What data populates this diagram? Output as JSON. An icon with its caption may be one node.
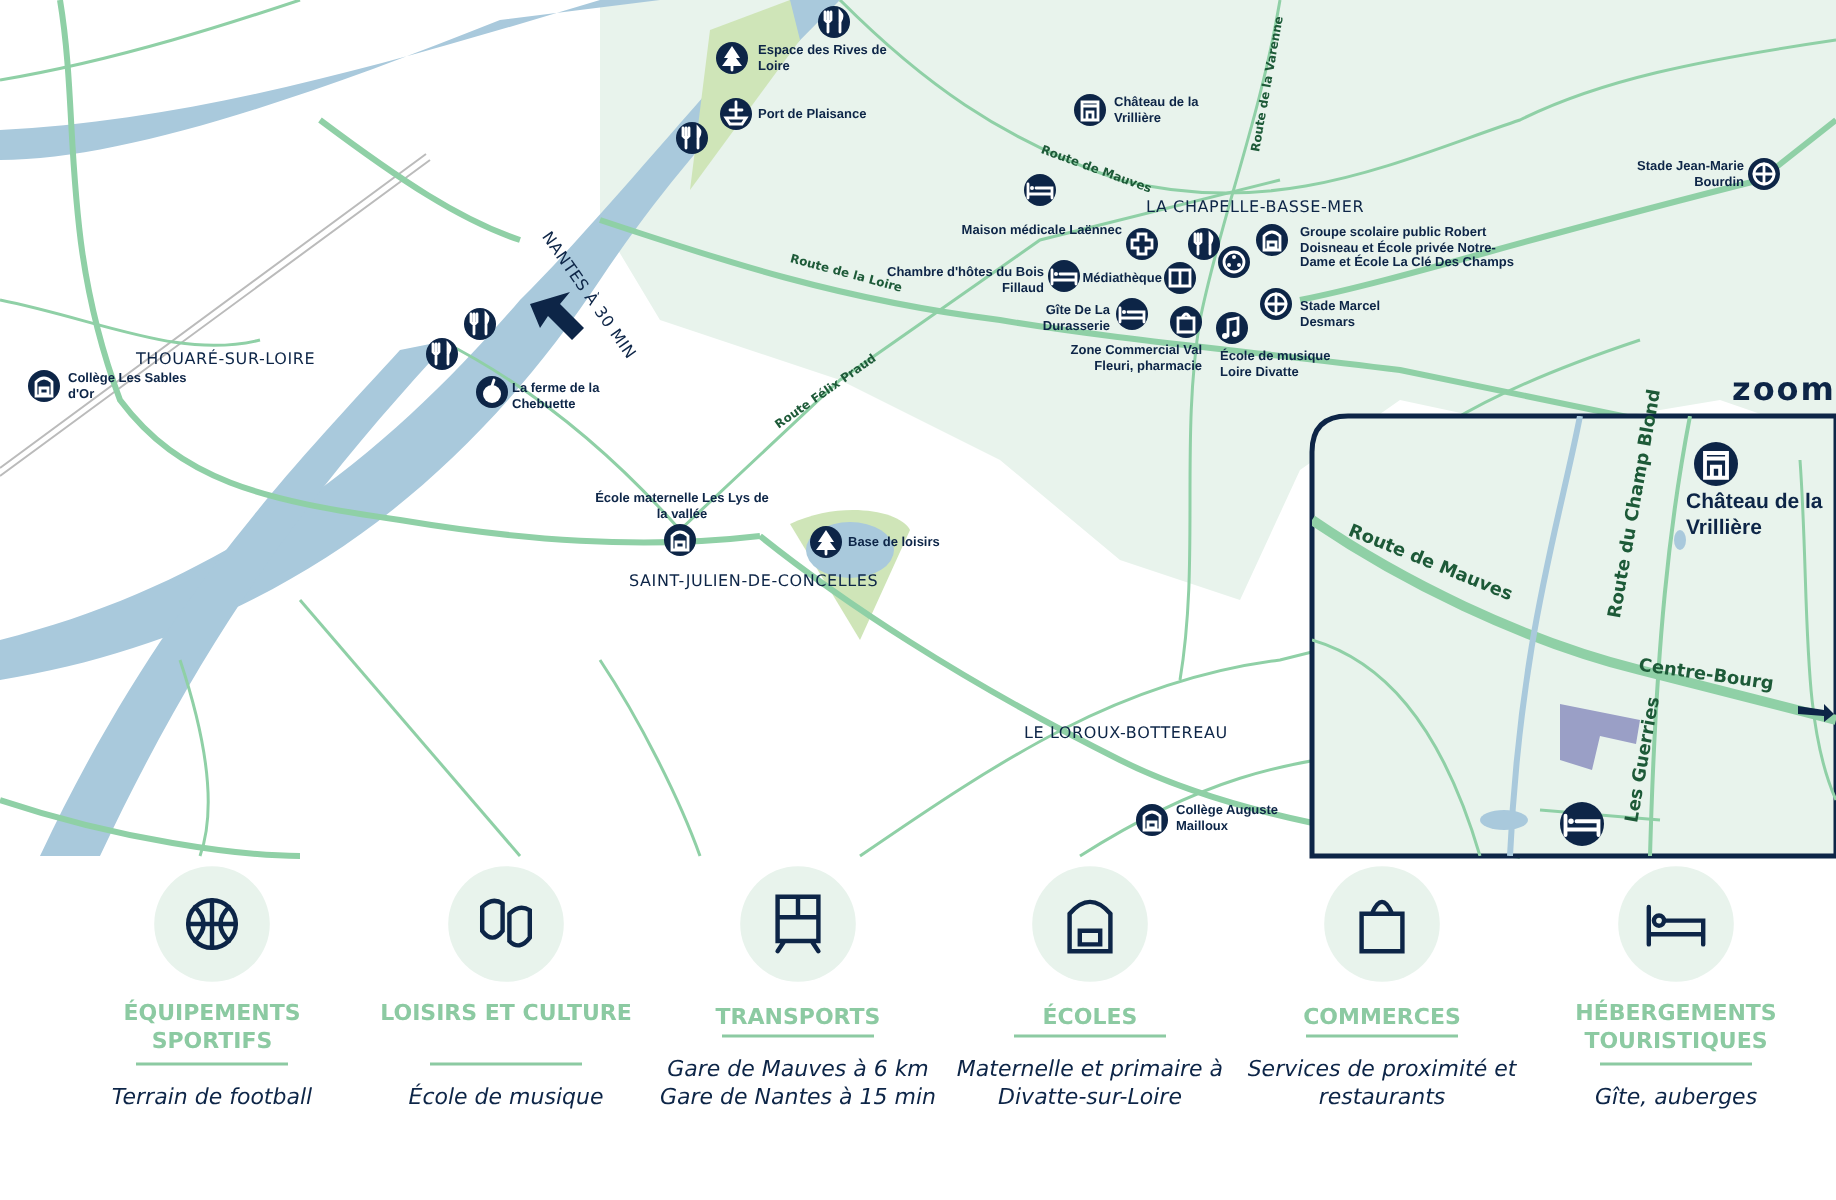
{
  "diagram": {
    "labels": [
      "Espace des Rives de Loire",
      "Port de Plaisance",
      "Château de la Vrillière",
      "Route de Mauves",
      "Route de la Varenne",
      "Stade Jean-Marie Bourdin",
      "LA CHAPELLE-BASSE-MER",
      "Maison médicale Laënnec",
      "Groupe scolaire public Robert Doisneau et École privée Notre-Dame et École La Clé Des Champs",
      "Route de la Loire",
      "Chambre d'hôtes du Bois Fillaud",
      "Médiathèque",
      "Gîte De La Durasserie",
      "Stade Marcel Desmars",
      "Zone Commercial Val Fleuri, pharmacie",
      "École de musique Loire Divatte",
      "NANTES À 30 MIN",
      "THOUARÉ-SUR-LOIRE",
      "Collège Les Sables d'Or",
      "La ferme de la Chebuette",
      "Route Félix Praud",
      "zoom",
      "École maternelle Les Lys de la vallée",
      "Base de loisirs",
      "SAINT-JULIEN-DE-CONCELLES",
      "Route de Mauves",
      "Route du Champ Blond",
      "Château de la Vrillière",
      "Centre-Bourg",
      "Les Guerries",
      "LE LOROUX-BOTTEREAU",
      "Collège Auguste Mailloux",
      "ÉQUIPEMENTS SPORTIFS",
      "LOISIRS ET CULTURE",
      "TRANSPORTS",
      "ÉCOLES",
      "COMMERCES",
      "HÉBERGEMENTS TOURISTIQUES",
      "Terrain de football",
      "École de musique",
      "Gare de Mauves à 6 km Gare de Nantes à 15 min",
      "Maternelle et primaire à Divatte-sur-Loire",
      "Services de proximité et restaurants",
      "Gîte, auberges"
    ]
  }
}
